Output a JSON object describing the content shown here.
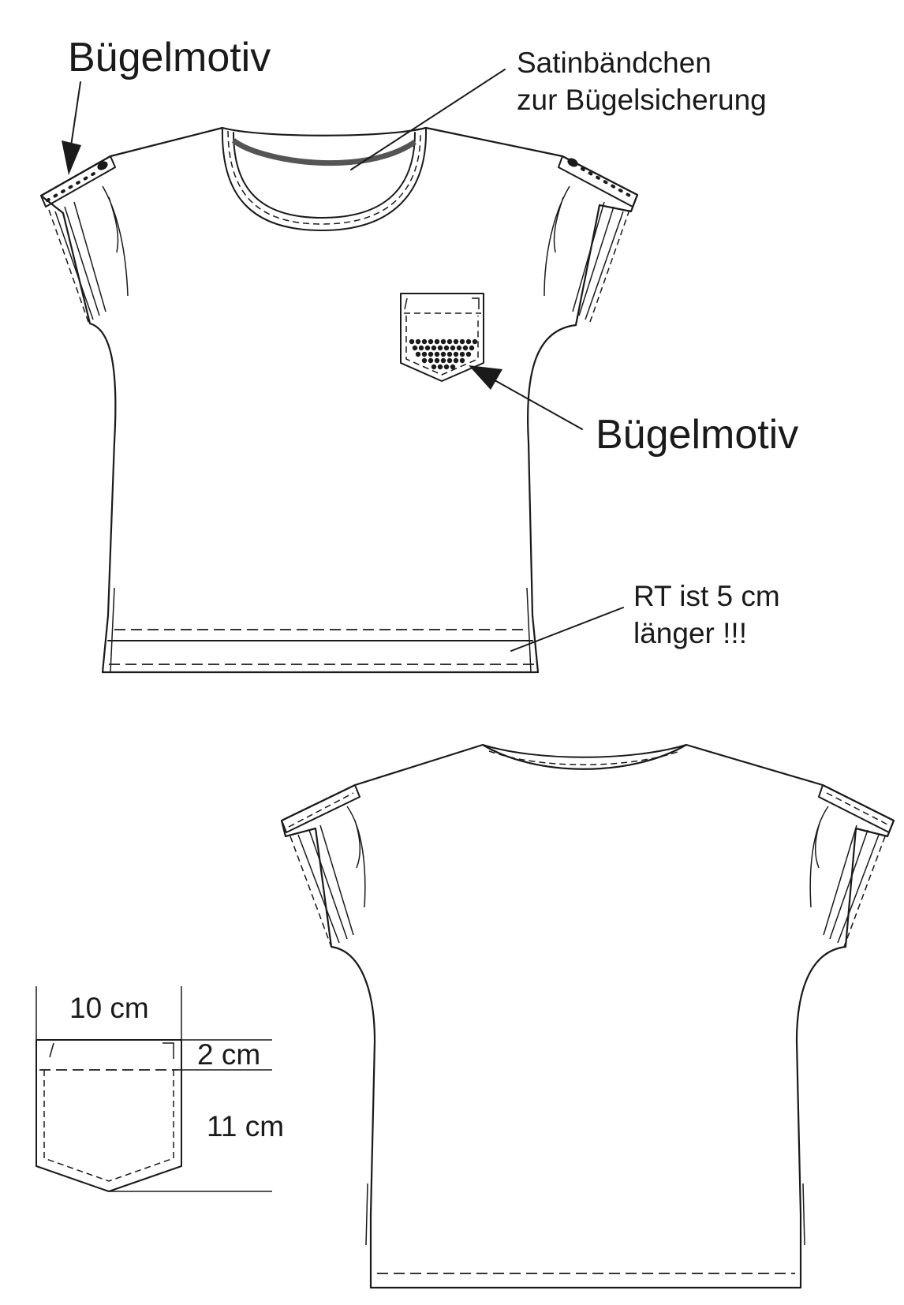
{
  "annotations": {
    "shoulder_motif": "Bügelmotiv",
    "pocket_motif": "Bügelmotiv",
    "satin_ribbon_line1": "Satinbändchen",
    "satin_ribbon_line2": "zur Bügelsicherung",
    "back_longer_line1": "RT ist 5 cm",
    "back_longer_line2": "länger !!!"
  },
  "pocket_dimensions": {
    "width": "10 cm",
    "top_fold": "2 cm",
    "height": "11 cm"
  },
  "colors": {
    "ink": "#1a1a1a",
    "paper": "#ffffff",
    "ribbon": "#555555"
  }
}
